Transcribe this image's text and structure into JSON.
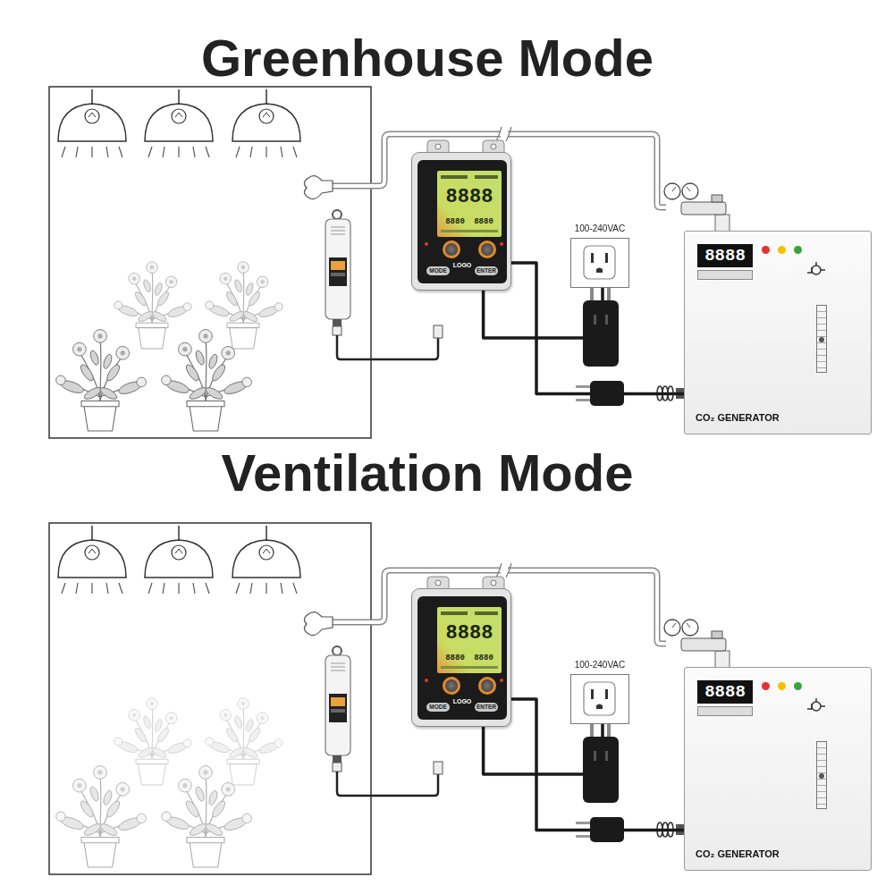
{
  "diagram": {
    "nodes": [
      {
        "text": [
          "8888",
          "8880",
          "8880",
          "LOGO",
          "MODE",
          "ENTER"
        ]
      },
      {
        "text": [
          "100-240VAC"
        ]
      },
      {
        "text": [
          "8888",
          "CO₂ GENERATOR"
        ]
      },
      {
        "text": [
          "8888",
          "8880",
          "8880",
          "LOGO",
          "MODE",
          "ENTER"
        ]
      },
      {
        "text": [
          "100-240VAC"
        ]
      },
      {
        "text": [
          "8888",
          "CO₂ GENERATOR"
        ]
      }
    ],
    "edges": [
      {
        "from": 0,
        "to": 1,
        "arrow": "none"
      },
      {
        "from": 2,
        "to": 0,
        "arrow": "none"
      },
      {
        "from": 3,
        "to": 4,
        "arrow": "none"
      },
      {
        "from": 5,
        "to": 3,
        "arrow": "none"
      }
    ],
    "labels": [
      "Greenhouse Mode",
      "Ventilation Mode"
    ]
  }
}
